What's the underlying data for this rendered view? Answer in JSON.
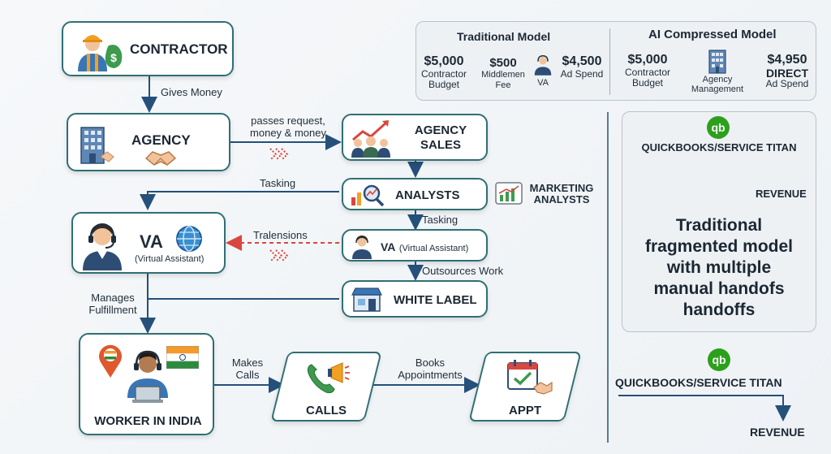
{
  "nodes": {
    "contractor": "CONTRACTOR",
    "agency": "AGENCY",
    "agency_sales_1": "AGENCY",
    "agency_sales_2": "SALES",
    "analysts": "ANALYSTS",
    "marketing_analysts_1": "MARKETING",
    "marketing_analysts_2": "ANALYSTS",
    "va_big": "VA",
    "va_big_sub": "(Virtual Assistant)",
    "va_small": "VA",
    "va_small_sub": "(Virtual Assistant)",
    "white_label": "WHITE LABEL",
    "worker_india": "WORKER IN INDIA",
    "calls": "CALLS",
    "appt": "APPT"
  },
  "edges": {
    "gives_money": "Gives Money",
    "passes_request_1": "passes request,",
    "passes_request_2": "money & money",
    "tasking_left": "Tasking",
    "tasking_down": "Tasking",
    "tralensions": "Tralensions",
    "outsources_work": "Outsources Work",
    "manages_1": "Manages",
    "manages_2": "Fulfillment",
    "makes_calls_1": "Makes",
    "makes_calls_2": "Calls",
    "books_1": "Books",
    "books_2": "Appointments"
  },
  "comparison": {
    "traditional_title": "Traditional Model",
    "ai_title": "AI Compressed Model",
    "trad": {
      "budget_amount": "$5,000",
      "budget_1": "Contractor",
      "budget_2": "Budget",
      "fee_amount": "$500",
      "fee_1": "Middlemen",
      "fee_2": "Fee",
      "va_label": "VA",
      "ad_amount": "$4,500",
      "ad_label": "Ad Spend"
    },
    "ai": {
      "budget_amount": "$5,000",
      "budget_1": "Contractor",
      "budget_2": "Budget",
      "agency_1": "Agency",
      "agency_2": "Management",
      "direct_amount": "$4,950",
      "direct_word": "DIRECT",
      "ad_label": "Ad Spend"
    }
  },
  "right_panel": {
    "tool_name": "QUICKBOOKS/SERVICE TITAN",
    "revenue": "REVENUE",
    "text_1": "Traditional",
    "text_2": "fragmented model",
    "text_3": "with multiple",
    "text_4": "manual handofs",
    "text_5": "handoffs"
  },
  "bottom_right": {
    "tool_name": "QUICKBOOKS/SERVICE TITAN",
    "revenue": "REVENUE"
  },
  "qb_glyph": "qb",
  "colors": {
    "teal_border": "#2f6f75",
    "arrow_blue": "#25507a",
    "red_dash": "#d9473f",
    "qb_green": "#2ca01c"
  }
}
